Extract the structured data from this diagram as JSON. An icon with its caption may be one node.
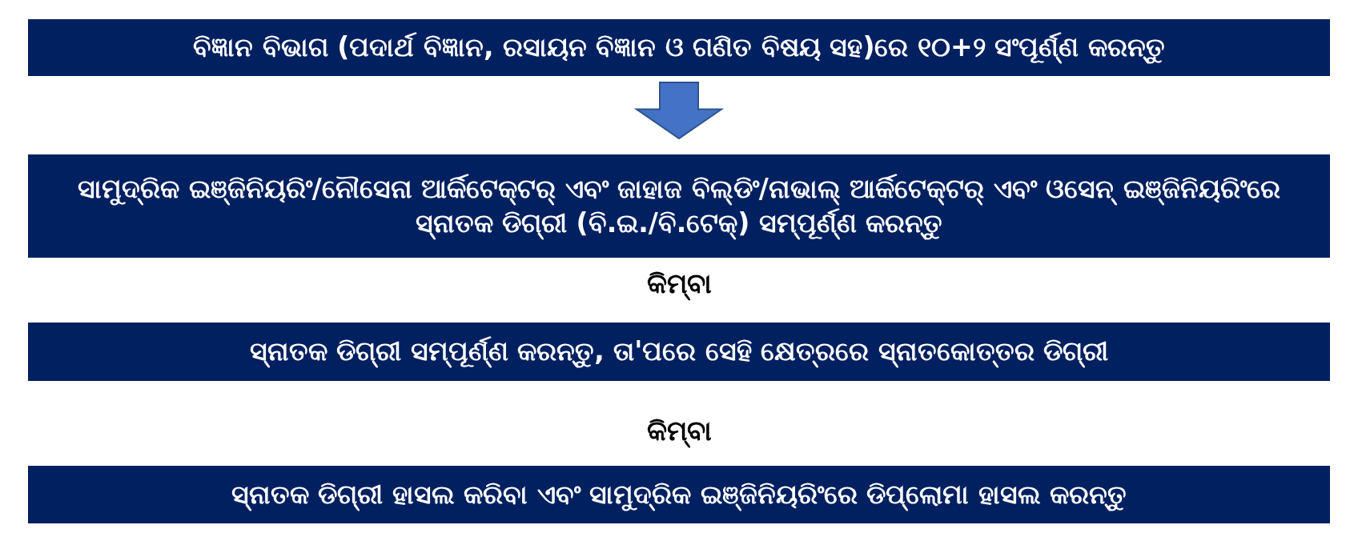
{
  "diagram": {
    "nodes": [
      {
        "text": [
          "ବିଜ୍ଞାନ ବିଭାଗ (ପଦାର୍ଥ ବିଜ୍ଞାନ, ରସାୟନ ବିଜ୍ଞାନ ଓ ଗଣିତ ବିଷୟ ସହ)ରେ ୧୦+୨ ସଂପୂର୍ଣ୍ଣ କରନ୍ତୁ"
        ]
      },
      {
        "text": [
          "ସାମୁଦ୍ରିକ ଇଞ୍ଜିନିୟରିଂ/ନୌସେନା ଆର୍କିଟେକ୍ଟର୍ ଏବଂ ଜାହାଜ ବିଲ୍ଡିଂ/ନାଭାଲ୍ ଆର୍କିଟେକ୍ଟର୍ ଏବଂ ଓସେନ୍ ଇଞ୍ଜିନିୟରିଂରେ ସ୍ନାତକ ଡିଗ୍ରୀ (ବି.ଇ./ବି.ଟେକ୍) ସମ୍ପୂର୍ଣ୍ଣ କରନ୍ତୁ"
        ]
      },
      {
        "text": [
          "ସ୍ନାତକ ଡିଗ୍ରୀ ସମ୍ପୂର୍ଣ୍ଣ କରନ୍ତୁ, ତା'ପରେ ସେହି କ୍ଷେତ୍ରରେ ସ୍ନାତକୋତ୍ତର ଡିଗ୍ରୀ"
        ]
      },
      {
        "text": [
          "ସ୍ନାତକ ଡିଗ୍ରୀ ହାସଲ କରିବା ଏବଂ ସାମୁଦ୍ରିକ ଇଞ୍ଜିନିୟରିଂରେ ଡିପ୍ଲୋମା ହାସଲ କରନ୍ତୁ"
        ]
      }
    ],
    "edges": [
      {
        "from": 0,
        "to": 1,
        "arrow": "to"
      }
    ],
    "labels": [
      "କିମ୍ବା",
      "କିମ୍ବା"
    ]
  }
}
